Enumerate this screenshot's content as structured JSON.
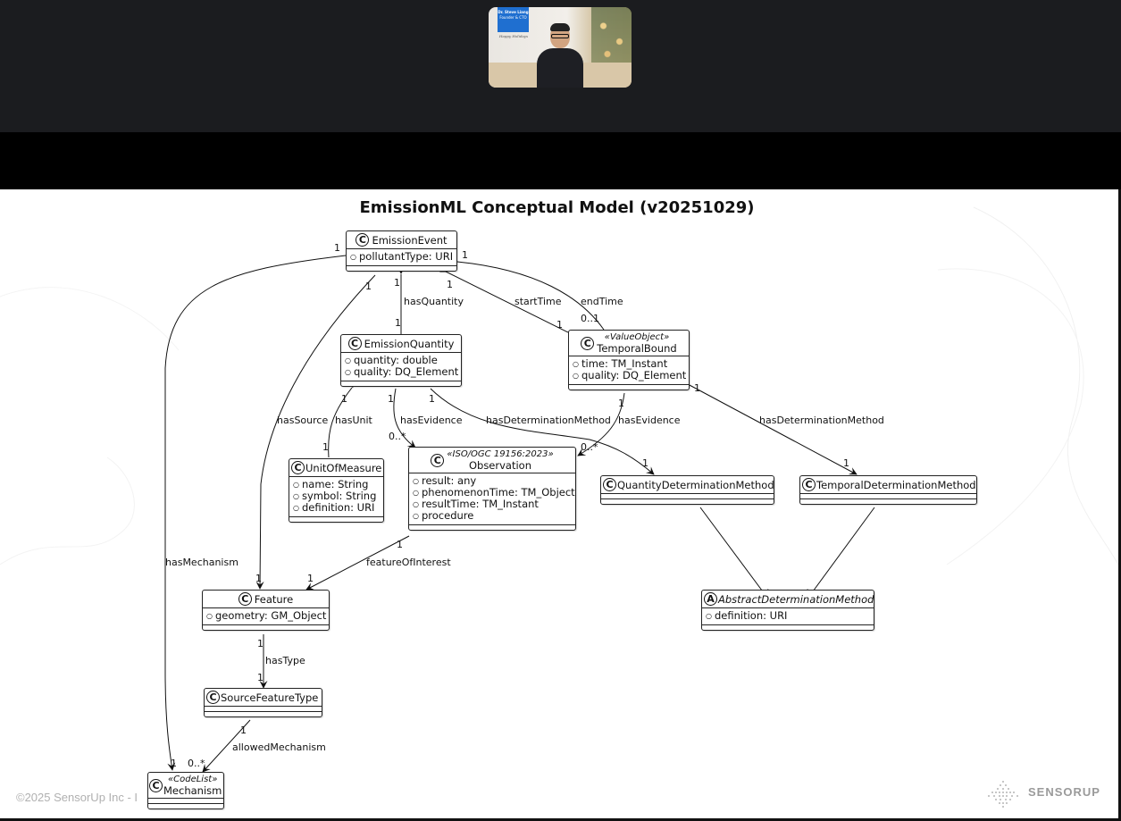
{
  "meeting": {
    "participant": {
      "banner_name": "Dr. Steve Liang",
      "banner_role": "Founder & CTO",
      "banner_tagline": "Happy Holidays"
    }
  },
  "slide": {
    "title": "EmissionML Conceptual Model (v20251029)",
    "copyright": "©2025 SensorUp Inc - I",
    "brand": "SENSORUP"
  },
  "classes": {
    "emission_event": {
      "kind": "C",
      "name": "EmissionEvent",
      "attributes": [
        "pollutantType: URI"
      ]
    },
    "emission_quantity": {
      "kind": "C",
      "name": "EmissionQuantity",
      "attributes": [
        "quantity: double",
        "quality: DQ_Element"
      ]
    },
    "temporal_bound": {
      "kind": "C",
      "stereotype": "«ValueObject»",
      "name": "TemporalBound",
      "attributes": [
        "time: TM_Instant",
        "quality: DQ_Element"
      ]
    },
    "unit_of_measure": {
      "kind": "C",
      "name": "UnitOfMeasure",
      "attributes": [
        "name: String",
        "symbol: String",
        "definition: URI"
      ]
    },
    "observation": {
      "kind": "C",
      "stereotype": "«ISO/OGC 19156:2023»",
      "name": "Observation",
      "attributes": [
        "result: any",
        "phenomenonTime: TM_Object",
        "resultTime: TM_Instant",
        "procedure"
      ]
    },
    "quantity_determination_method": {
      "kind": "C",
      "name": "QuantityDeterminationMethod",
      "attributes": []
    },
    "temporal_determination_method": {
      "kind": "C",
      "name": "TemporalDeterminationMethod",
      "attributes": []
    },
    "abstract_determination_method": {
      "kind": "A",
      "name": "AbstractDeterminationMethod",
      "attributes": [
        "definition: URI"
      ]
    },
    "feature": {
      "kind": "C",
      "name": "Feature",
      "attributes": [
        "geometry: GM_Object"
      ]
    },
    "source_feature_type": {
      "kind": "C",
      "name": "SourceFeatureType",
      "attributes": []
    },
    "mechanism": {
      "kind": "C",
      "stereotype": "«CodeList»",
      "name": "Mechanism",
      "attributes": []
    }
  },
  "relationships": {
    "has_quantity": {
      "label": "hasQuantity",
      "source_mult": "1",
      "target_mult": "1"
    },
    "start_time": {
      "label": "startTime",
      "source_mult": "1",
      "target_mult": "1"
    },
    "end_time": {
      "label": "endTime",
      "source_mult": "1",
      "target_mult": "0..1"
    },
    "has_source": {
      "label": "hasSource",
      "source_mult": "1",
      "target_mult": "1"
    },
    "has_mechanism": {
      "label": "hasMechanism",
      "source_mult": "1",
      "target_mult": "1"
    },
    "has_unit": {
      "label": "hasUnit",
      "source_mult": "1",
      "target_mult": "1"
    },
    "eq_has_evidence": {
      "label": "hasEvidence",
      "source_mult": "1",
      "target_mult": "0..*"
    },
    "eq_has_determination_method": {
      "label": "hasDeterminationMethod",
      "source_mult": "1",
      "target_mult": "1"
    },
    "tb_has_evidence": {
      "label": "hasEvidence",
      "source_mult": "1",
      "target_mult": "0..*"
    },
    "tb_has_determination_method": {
      "label": "hasDeterminationMethod",
      "source_mult": "1",
      "target_mult": "1"
    },
    "feature_of_interest": {
      "label": "featureOfInterest",
      "source_mult": "1",
      "target_mult": "1"
    },
    "has_type": {
      "label": "hasType",
      "source_mult": "1",
      "target_mult": "1"
    },
    "allowed_mechanism": {
      "label": "allowedMechanism",
      "source_mult": "1",
      "target_mult": "0..*"
    }
  }
}
